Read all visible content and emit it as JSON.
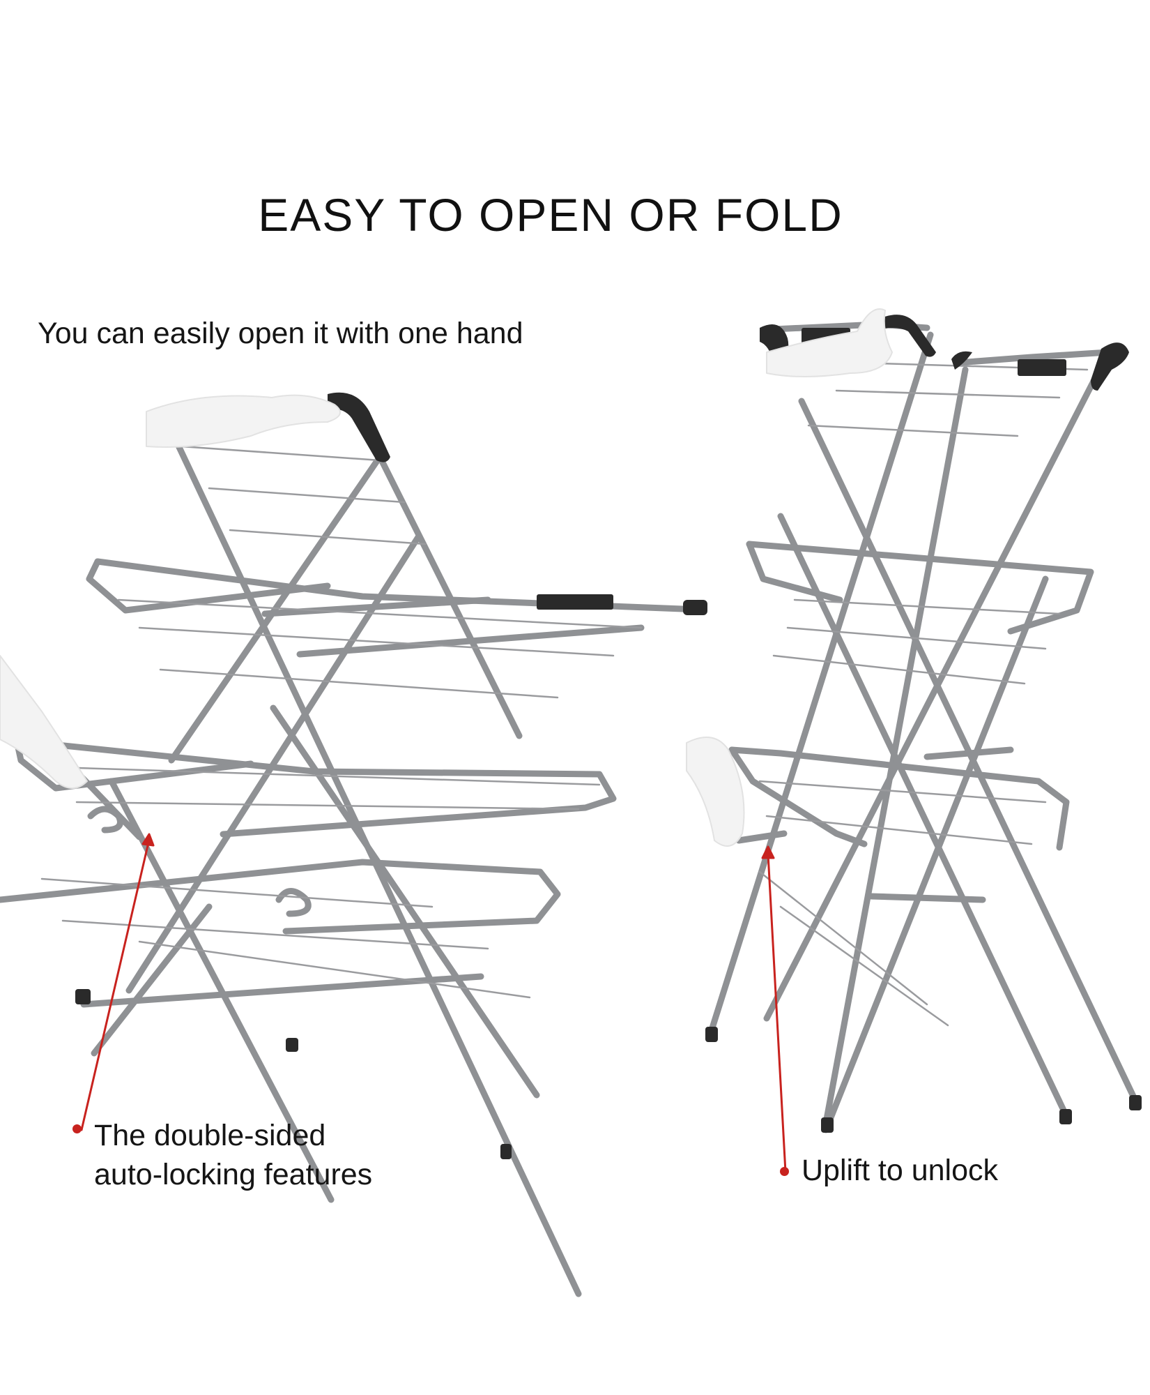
{
  "headline": "EASY TO OPEN OR FOLD",
  "captions": {
    "open_one_hand": "You can easily open it with one hand",
    "double_sided_line1": "The double-sided",
    "double_sided_line2": "auto-locking features",
    "uplift": "Uplift to unlock"
  },
  "colors": {
    "frame": "#8f9194",
    "frame_dark": "#6f7175",
    "handle": "#2a2a2a",
    "pointer": "#c8221e",
    "hand": "#f3f3f3"
  },
  "icons": [
    "clothes-airer-open-icon",
    "clothes-airer-standing-icon",
    "hand-icon",
    "pointer-arrow-icon"
  ]
}
